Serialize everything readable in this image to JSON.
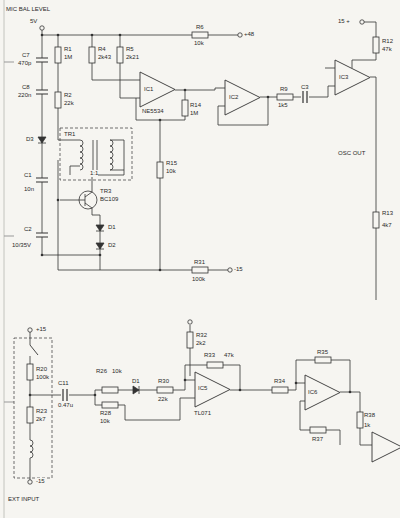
{
  "diagram": {
    "labels": [
      "MIC BAL LEVEL",
      "5V",
      "R1",
      "1M",
      "R4",
      "2k43",
      "R5",
      "2k21",
      "C7",
      "470p",
      "C8",
      "220n",
      "R2",
      "22k",
      "IC1",
      "NE5534",
      "R6",
      "10k",
      "+48",
      "IC2",
      "R9",
      "1k5",
      "C3",
      "15 +",
      "IC3",
      "R12",
      "47k",
      "D3",
      "TR1",
      "1:1",
      "C1",
      "10n",
      "TR3",
      "BC109",
      "C2",
      "10/35V",
      "D1",
      "D2",
      "R14",
      "1M",
      "R15",
      "10k",
      "R31",
      "100k",
      "-15",
      "OSC OUT",
      "R13",
      "4k7",
      "+15",
      "R20",
      "100k",
      "R23",
      "2k7",
      "-15",
      "EXT INPUT",
      "C11",
      "0.47u",
      "R26",
      "10k",
      "R28",
      "10k",
      "D1",
      "R30",
      "22k",
      "R32",
      "2k2",
      "IC5",
      "TL071",
      "R33",
      "47k",
      "R34",
      "IC6",
      "R35",
      "R37",
      "R38",
      "1k"
    ]
  }
}
